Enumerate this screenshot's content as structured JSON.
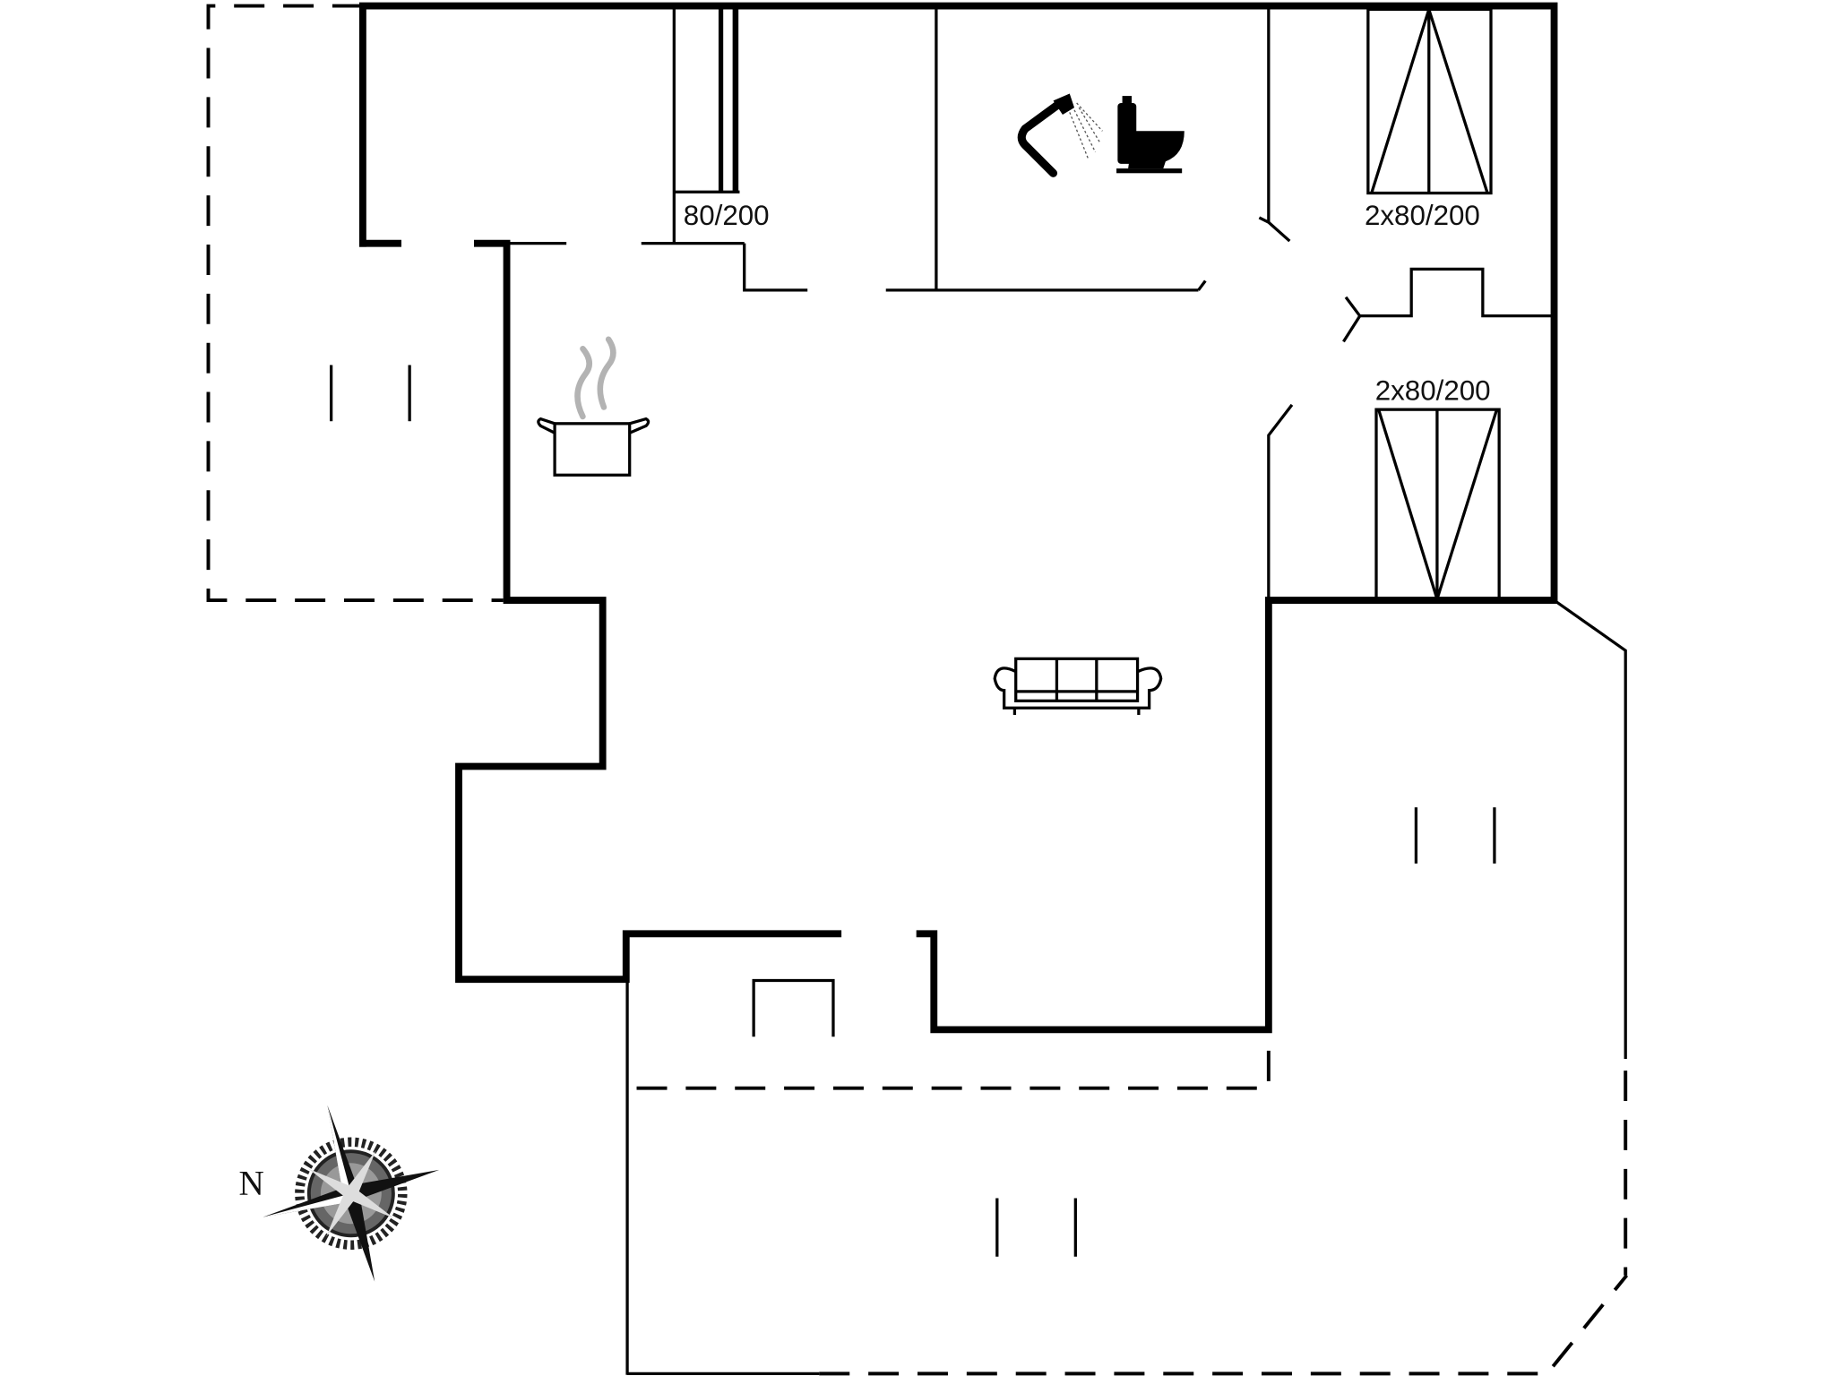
{
  "plan": {
    "type": "floor-plan",
    "colors": {
      "wall": "#000000",
      "background": "#ffffff",
      "steam": "#aaaaaa"
    },
    "bed_labels": [
      {
        "id": "bed-1",
        "text": "80/200"
      },
      {
        "id": "bed-2",
        "text": "2x80/200"
      },
      {
        "id": "bed-3",
        "text": "2x80/200"
      }
    ],
    "compass": {
      "label": "N"
    },
    "icons": [
      "shower-icon",
      "toilet-icon",
      "cooking-pot-icon",
      "sofa-icon",
      "compass-rose-icon"
    ]
  }
}
